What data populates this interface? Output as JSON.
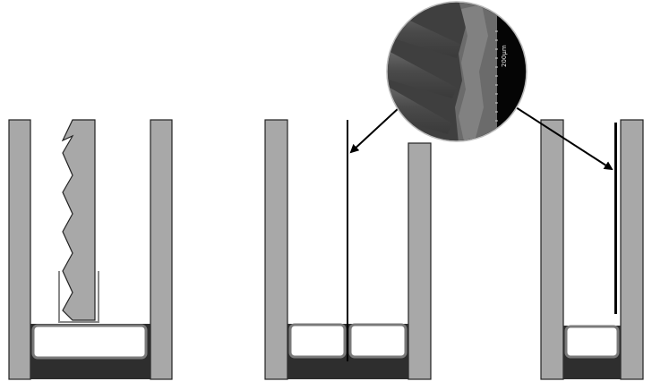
{
  "figure": {
    "description": "Three-stage schematic of a cell with electrodes and a membrane/film, with a magnified SEM inset",
    "colors": {
      "wall": "#a8a8a8",
      "outline": "#222222",
      "base_dark": "#2e2e2e",
      "cell_border": "#7a7a7a",
      "cell_fill": "#ffffff",
      "background": "#ffffff"
    }
  },
  "inset": {
    "label": "SEM micrograph inset",
    "scale_bar_label": "200µm"
  },
  "panels": [
    {
      "name": "panel-1",
      "desc": "serrated electrode inserted into U-shaped holder above cell"
    },
    {
      "name": "panel-2",
      "desc": "thin film/line dividing cell into two compartments"
    },
    {
      "name": "panel-3",
      "desc": "film positioned against right wall above a single cell"
    }
  ]
}
